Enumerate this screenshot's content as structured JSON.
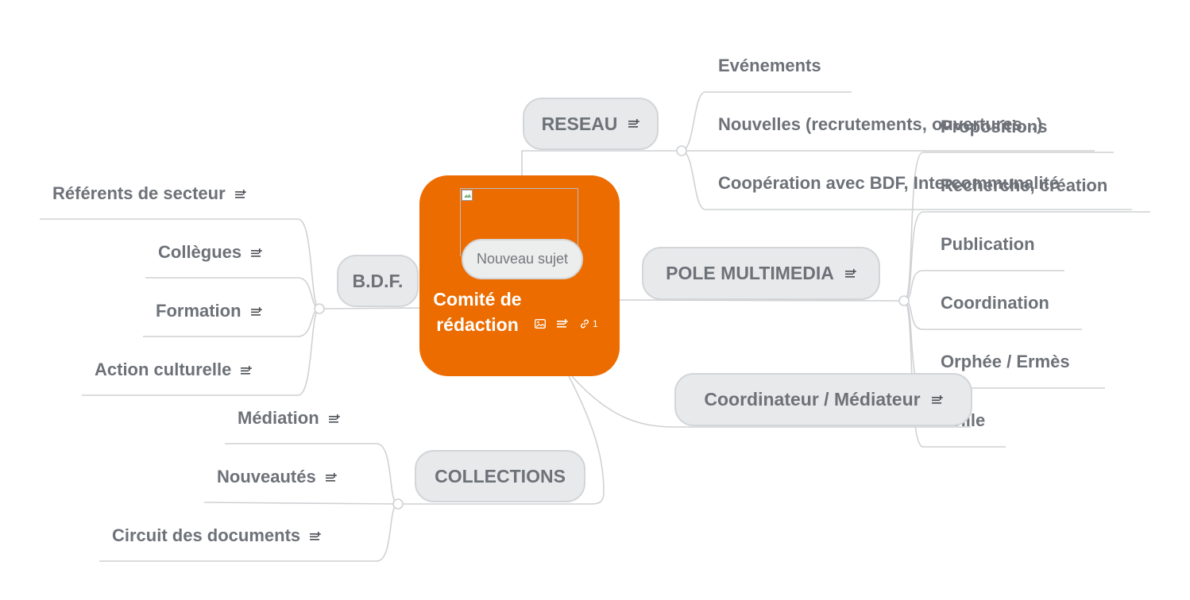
{
  "central": {
    "title": "Comité de rédaction",
    "new_topic": "Nouveau sujet",
    "link_count": "1",
    "image_icon": "image-icon",
    "notes_icon": "notes-icon",
    "link_icon": "link-icon"
  },
  "branches": {
    "reseau": {
      "label": "RESEAU",
      "children": [
        "Evénements",
        "Nouvelles (recrutements, ouvertures...)",
        "Coopération avec BDF, Intercommunalité"
      ]
    },
    "pole_multimedia": {
      "label": "POLE MULTIMEDIA",
      "children": [
        "Propositions",
        "Recherche, création",
        "Publication",
        "Coordination",
        "Orphée / Ermès",
        "Veille"
      ]
    },
    "coordinateur": {
      "label": "Coordinateur / Médiateur"
    },
    "bdf": {
      "label": "B.D.F.",
      "children": [
        "Référents de secteur",
        "Collègues",
        "Formation",
        "Action culturelle"
      ]
    },
    "collections": {
      "label": "COLLECTIONS",
      "children": [
        "Médiation",
        "Nouveautés",
        "Circuit des documents"
      ]
    }
  },
  "colors": {
    "central": "#ec6c00",
    "topic_fill": "#e8e9eb",
    "text": "#6d7178",
    "lines": "#cfd1d4"
  }
}
